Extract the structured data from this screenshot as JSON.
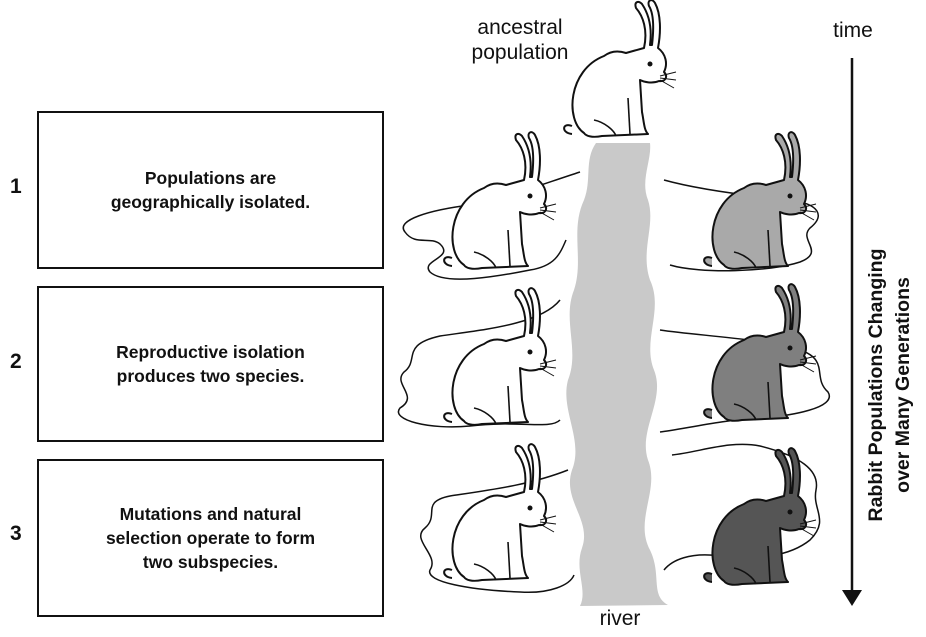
{
  "steps": [
    {
      "number": "1",
      "lines": [
        "Populations are",
        "geographically isolated."
      ]
    },
    {
      "number": "2",
      "lines": [
        "Reproductive isolation",
        "produces two species."
      ]
    },
    {
      "number": "3",
      "lines": [
        "Mutations and natural",
        "selection operate to form",
        "two subspecies."
      ]
    }
  ],
  "labels": {
    "ancestral_line1": "ancestral",
    "ancestral_line2": "population",
    "time": "time",
    "river": "river",
    "axis_line1": "Rabbit Populations Changing",
    "axis_line2": "over Many Generations"
  },
  "colors": {
    "river": "#c9c9c9",
    "rabbit_white": "#ffffff",
    "rabbit_light": "#a9a9a9",
    "rabbit_mid": "#7f7f7f",
    "rabbit_dark": "#555555"
  }
}
